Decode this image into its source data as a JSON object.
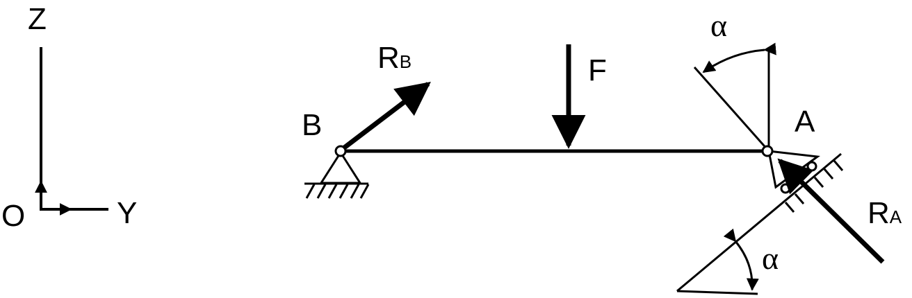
{
  "axes": {
    "z_label": "Z",
    "y_label": "Y",
    "origin_label": "O"
  },
  "points": {
    "b_label": "B",
    "a_label": "A"
  },
  "forces": {
    "f_label": "F",
    "rb_main": "R",
    "rb_sub": "B",
    "ra_main": "R",
    "ra_sub": "A"
  },
  "angles": {
    "top_label": "α",
    "bottom_label": "α"
  },
  "colors": {
    "ink": "#000000",
    "background": "#ffffff"
  }
}
